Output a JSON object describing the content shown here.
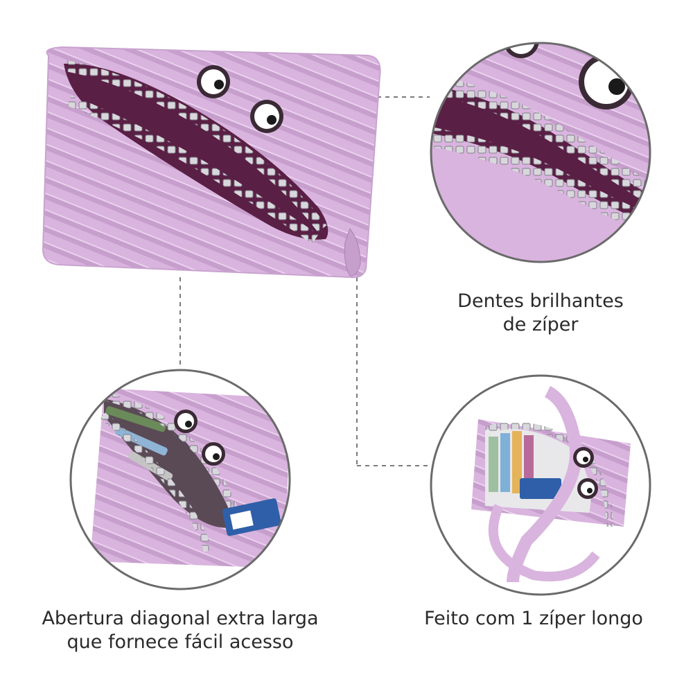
{
  "captions": {
    "teeth": {
      "line1": "Dentes brilhantes",
      "line2": "de zíper"
    },
    "opening": {
      "line1": "Abertura diagonal extra larga",
      "line2": "que fornece fácil acesso"
    },
    "zipper": {
      "line1": "Feito com 1 zíper longo"
    }
  },
  "colors": {
    "fabric": "#d9b4de",
    "fabric_shadow": "#b98fc1",
    "mouth": "#5a1f45",
    "zipper_teeth": "#cfcfd3",
    "circle_border": "#6a6a6a",
    "leader_line": "#7a7a7a"
  },
  "icons": [
    "monster-pencil-case",
    "googly-eye",
    "zipper-teeth",
    "eraser",
    "pens"
  ]
}
